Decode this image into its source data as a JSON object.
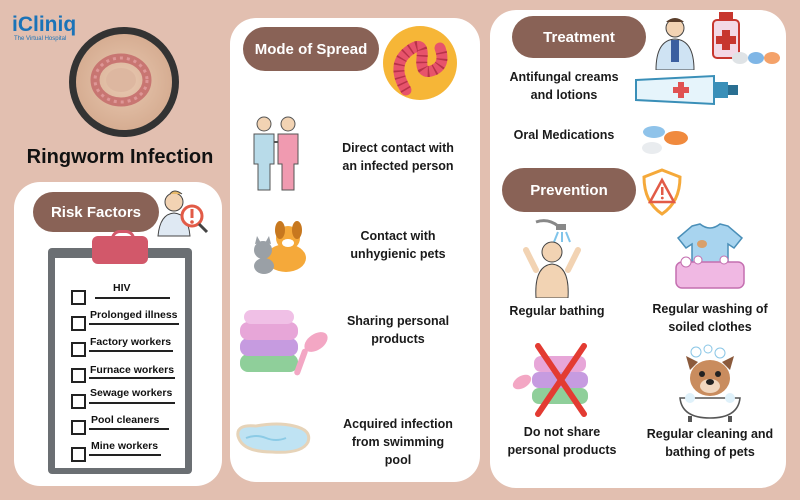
{
  "brand": {
    "name": "iCliniq",
    "tagline": "The Virtual Hospital"
  },
  "title": "Ringworm Infection",
  "risk_factors": {
    "heading": "Risk Factors",
    "items": [
      "HIV",
      "Prolonged illness",
      "Factory workers",
      "Furnace workers",
      "Sewage workers",
      "Pool cleaners",
      "Mine workers"
    ]
  },
  "mode_of_spread": {
    "heading": "Mode of Spread",
    "items": [
      {
        "line1": "Direct contact with",
        "line2": "an infected person"
      },
      {
        "line1": "Contact with",
        "line2": "unhygienic pets"
      },
      {
        "line1": "Sharing personal",
        "line2": "products"
      },
      {
        "line1": "Acquired infection",
        "line2": "from swimming",
        "line3": "pool"
      }
    ]
  },
  "treatment": {
    "heading": "Treatment",
    "items": [
      {
        "line1": "Antifungal creams",
        "line2": "and lotions"
      },
      {
        "line1": "Oral Medications"
      }
    ]
  },
  "prevention": {
    "heading": "Prevention",
    "items": [
      {
        "line1": "Regular bathing"
      },
      {
        "line1": "Regular washing of",
        "line2": "soiled clothes"
      },
      {
        "line1": "Do not share",
        "line2": "personal products"
      },
      {
        "line1": "Regular cleaning and",
        "line2": "bathing of pets"
      }
    ]
  },
  "colors": {
    "background": "#e2bfb0",
    "pill": "#896256",
    "panel": "#ffffff",
    "brand_blue": "#1a73b8"
  }
}
